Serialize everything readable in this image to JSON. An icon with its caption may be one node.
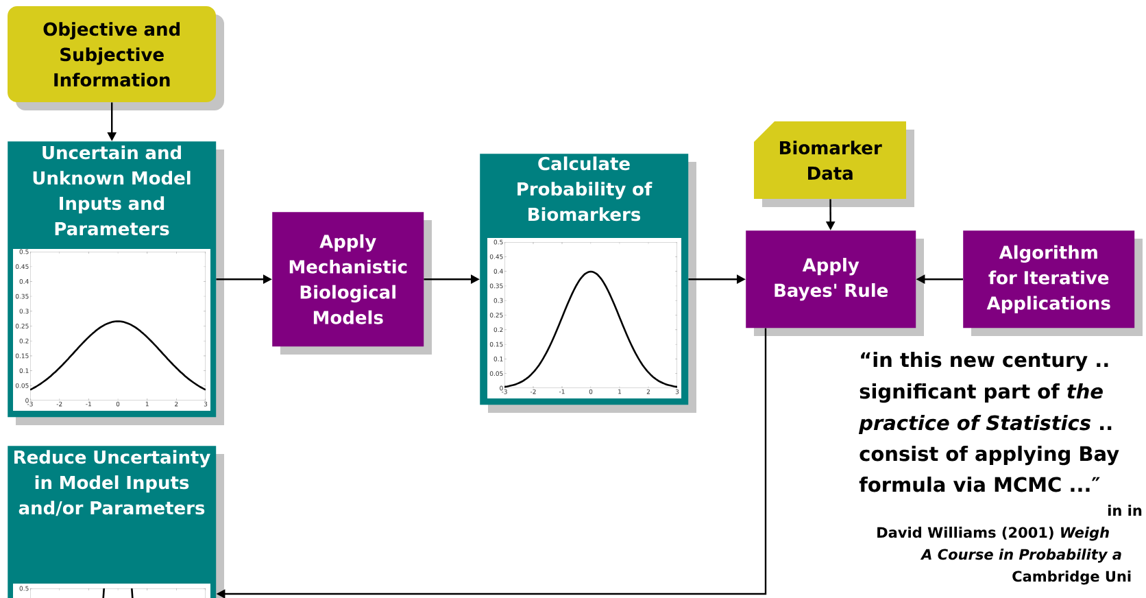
{
  "diagram": {
    "nodes": [
      {
        "text": [
          "Objective and Subjective Information"
        ]
      },
      {
        "text": [
          "Uncertain and Unknown Model Inputs and Parameters"
        ]
      },
      {
        "text": [
          "Apply Mechanistic Biological Models"
        ]
      },
      {
        "text": [
          "Calculate Probability of Biomarkers"
        ]
      },
      {
        "text": [
          "Biomarker Data"
        ]
      },
      {
        "text": [
          "Apply Bayes' Rule"
        ]
      },
      {
        "text": [
          "Algorithm for Iterative Applications"
        ]
      },
      {
        "text": [
          "Reduce Uncertainty in Model Inputs and/or Parameters"
        ]
      }
    ],
    "edges": [
      {
        "from": 0,
        "to": 1,
        "arrow": "to"
      },
      {
        "from": 1,
        "to": 2,
        "arrow": "to"
      },
      {
        "from": 2,
        "to": 3,
        "arrow": "to"
      },
      {
        "from": 3,
        "to": 5,
        "arrow": "to"
      },
      {
        "from": 4,
        "to": 5,
        "arrow": "to"
      },
      {
        "from": 6,
        "to": 5,
        "arrow": "to"
      },
      {
        "from": 5,
        "to": 7,
        "arrow": "to"
      }
    ],
    "labels": [
      "0",
      "0.05",
      "0.1",
      "0.15",
      "0.2",
      "0.25",
      "0.3",
      "0.35",
      "0.4",
      "0.45",
      "0.5",
      "-3",
      "-2",
      "-1",
      "0",
      "1",
      "2",
      "3",
      "0",
      "0.05",
      "0.1",
      "0.15",
      "0.2",
      "0.25",
      "0.3",
      "0.35",
      "0.4",
      "0.45",
      "0.5",
      "-3",
      "-2",
      "-1",
      "0",
      "1",
      "2",
      "3",
      "0.5",
      "“in this new century ..",
      "significant part of *the*",
      "*practice of Statistics* ..",
      "consist of applying Bay",
      "formula via MCMC ...″",
      "in in",
      "David Williams (2001) *Weigh*",
      "*A Course in Probability a*",
      "Cambridge Uni"
    ]
  }
}
